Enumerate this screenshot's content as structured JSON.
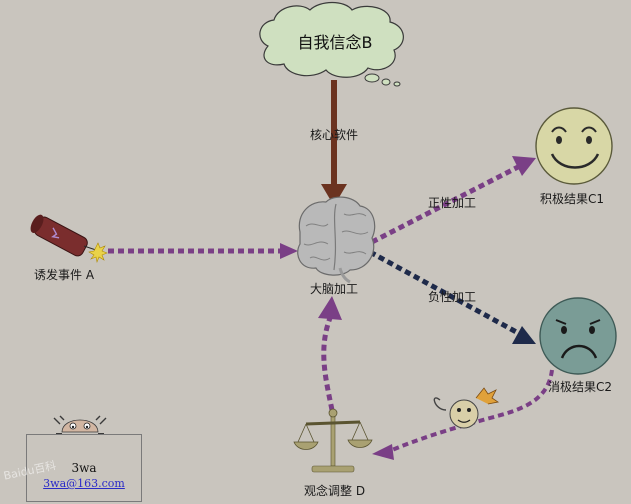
{
  "nodes": {
    "belief": "自我信念B",
    "event": "诱发事件 A",
    "brain": "大脑加工",
    "positive_result": "积极结果C1",
    "negative_result": "消极结果C2",
    "adjustment": "观念调整 D"
  },
  "edges": {
    "core_software": "核心软件",
    "positive_processing": "正性加工",
    "negative_processing": "负性加工"
  },
  "credit": {
    "name": "3wa",
    "email": "3wa@163.com"
  },
  "watermark": "Baidu百科",
  "colors": {
    "background": "#c9c5be",
    "purple_arrow": "#7a3f86",
    "navy_arrow": "#1e2a4a",
    "brown_arrow": "#6b3320",
    "cloud_fill": "#cfe0c0",
    "happy_face": "#d8d7a6",
    "sad_face": "#7a9c96"
  }
}
